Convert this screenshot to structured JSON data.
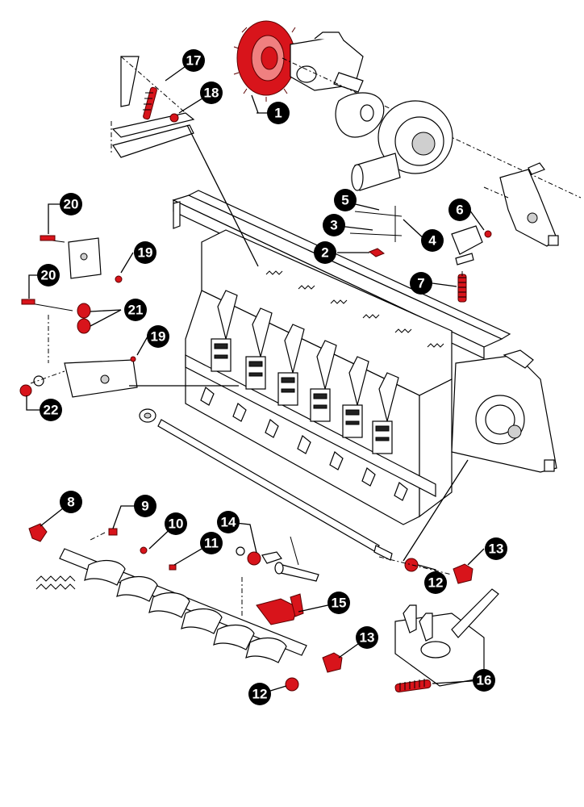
{
  "diagram": {
    "callouts": [
      {
        "id": "c1",
        "label": "1"
      },
      {
        "id": "c2",
        "label": "2"
      },
      {
        "id": "c3",
        "label": "3"
      },
      {
        "id": "c4",
        "label": "4"
      },
      {
        "id": "c5",
        "label": "5"
      },
      {
        "id": "c6",
        "label": "6"
      },
      {
        "id": "c7",
        "label": "7"
      },
      {
        "id": "c8",
        "label": "8"
      },
      {
        "id": "c9",
        "label": "9"
      },
      {
        "id": "c10",
        "label": "10"
      },
      {
        "id": "c11",
        "label": "11"
      },
      {
        "id": "c12a",
        "label": "12"
      },
      {
        "id": "c12b",
        "label": "12"
      },
      {
        "id": "c13a",
        "label": "13"
      },
      {
        "id": "c13b",
        "label": "13"
      },
      {
        "id": "c14",
        "label": "14"
      },
      {
        "id": "c15",
        "label": "15"
      },
      {
        "id": "c16",
        "label": "16"
      },
      {
        "id": "c17",
        "label": "17"
      },
      {
        "id": "c18",
        "label": "18"
      },
      {
        "id": "c19a",
        "label": "19"
      },
      {
        "id": "c19b",
        "label": "19"
      },
      {
        "id": "c20a",
        "label": "20"
      },
      {
        "id": "c20b",
        "label": "20"
      },
      {
        "id": "c21",
        "label": "21"
      },
      {
        "id": "c22",
        "label": "22"
      }
    ],
    "colors": {
      "highlight": "#d8141b",
      "callout_fill": "#000000",
      "callout_text": "#ffffff",
      "line": "#000000"
    }
  }
}
